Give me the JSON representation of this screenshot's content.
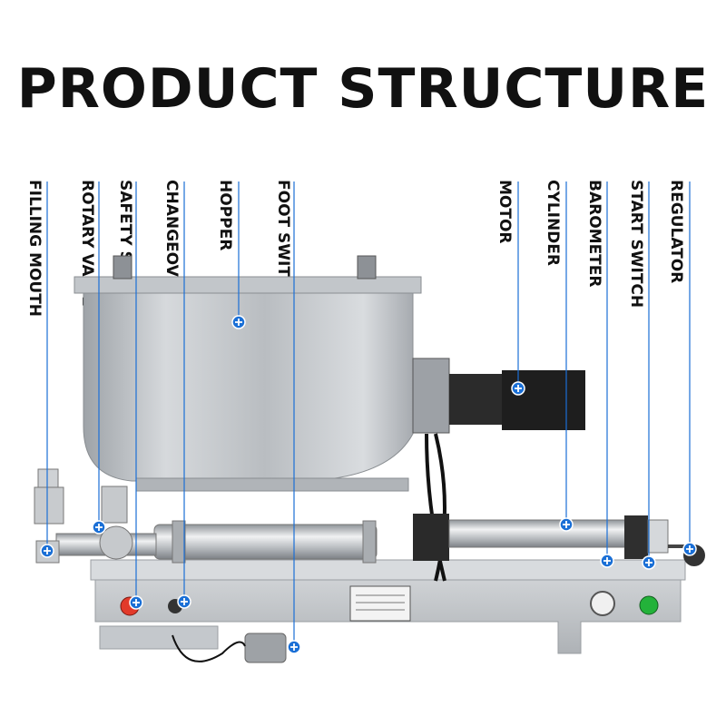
{
  "title": "PRODUCT STRUCTURE",
  "labels": [
    "FILLING MOUTH",
    "ROTARY VALVE",
    "SAFETY SWITCH",
    "CHANGEOVER SWITCH",
    "HOPPER",
    "FOOT SWITCH",
    "MOTOR",
    "CYLINDER",
    "BAROMETER",
    "START SWITCH",
    "REGULATOR"
  ],
  "colors": {
    "marker": "#1a6fd6",
    "leader": "#1a6fd6",
    "steel": "#c9ccd0",
    "start_button": "#23b23a",
    "safety_button": "#e23a2a"
  }
}
